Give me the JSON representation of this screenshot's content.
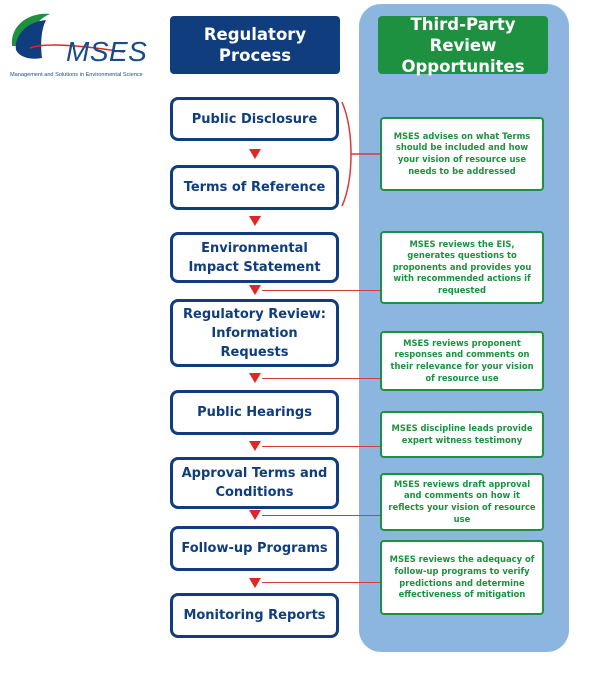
{
  "logo": {
    "name": "MSES",
    "tagline": "Management and Solutions in Environmental Science"
  },
  "headers": {
    "left": "Regulatory Process",
    "right": "Third-Party Review Opportunites"
  },
  "steps": [
    "Public Disclosure",
    "Terms of Reference",
    "Environmental Impact Statement",
    "Regulatory Review: Information Requests",
    "Public Hearings",
    "Approval Terms and Conditions",
    "Follow-up Programs",
    "Monitoring Reports"
  ],
  "notes": [
    "MSES advises on what Terms should be included and how your vision of resource use needs to be addressed",
    "MSES reviews the EIS, generates questions to proponents and provides you with recommended actions if requested",
    "MSES reviews proponent responses and comments on their relevance for your vision of resource use",
    "MSES discipline leads provide expert witness testimony",
    "MSES reviews draft approval and comments on how it reflects your vision of resource use",
    "MSES reviews the adequacy of follow-up programs to verify predictions and determine effectiveness of mitigation"
  ],
  "colors": {
    "navy": "#0f3d7d",
    "green": "#1e9140",
    "panel": "#8cb6df",
    "arrow": "#e02727"
  }
}
